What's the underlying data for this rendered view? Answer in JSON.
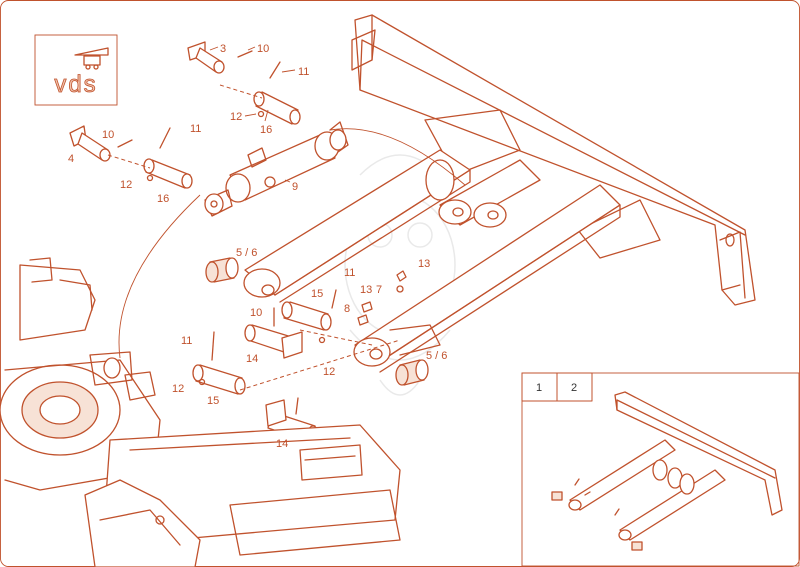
{
  "logo": {
    "text": "vds",
    "icon": "vds-truck-logo-icon"
  },
  "callouts": [
    {
      "id": "c3",
      "text": "3"
    },
    {
      "id": "c10a",
      "text": "10"
    },
    {
      "id": "c11a",
      "text": "11"
    },
    {
      "id": "c12a",
      "text": "12"
    },
    {
      "id": "c16a",
      "text": "16"
    },
    {
      "id": "c10b",
      "text": "10"
    },
    {
      "id": "c11b",
      "text": "11"
    },
    {
      "id": "c4",
      "text": "4"
    },
    {
      "id": "c12b",
      "text": "12"
    },
    {
      "id": "c16b",
      "text": "16"
    },
    {
      "id": "c9",
      "text": "9"
    },
    {
      "id": "c56a",
      "text": "5 / 6"
    },
    {
      "id": "c11c",
      "text": "11"
    },
    {
      "id": "c15a",
      "text": "15"
    },
    {
      "id": "c13a",
      "text": "13"
    },
    {
      "id": "c7",
      "text": "7"
    },
    {
      "id": "c13b",
      "text": "13"
    },
    {
      "id": "c8",
      "text": "8"
    },
    {
      "id": "c10c",
      "text": "10"
    },
    {
      "id": "c14a",
      "text": "14"
    },
    {
      "id": "c12c",
      "text": "12"
    },
    {
      "id": "c56b",
      "text": "5 / 6"
    },
    {
      "id": "c11d",
      "text": "11"
    },
    {
      "id": "c12d",
      "text": "12"
    },
    {
      "id": "c15b",
      "text": "15"
    },
    {
      "id": "c14b",
      "text": "14"
    }
  ],
  "inset": {
    "tabs": [
      {
        "label": "1"
      },
      {
        "label": "2"
      }
    ]
  }
}
